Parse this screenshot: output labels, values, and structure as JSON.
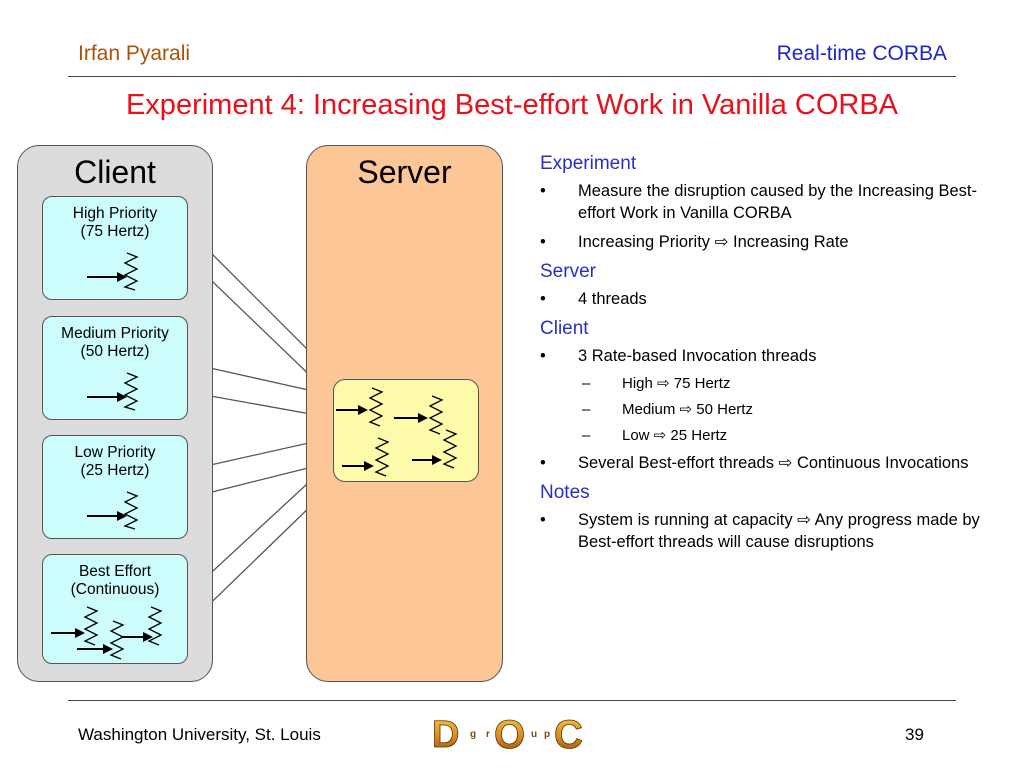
{
  "header": {
    "author": "Irfan Pyarali",
    "topic": "Real-time CORBA"
  },
  "slide": {
    "title": "Experiment 4: Increasing Best-effort Work in Vanilla CORBA"
  },
  "diagram": {
    "client_label": "Client",
    "server_label": "Server",
    "client_boxes": [
      {
        "name": "High Priority",
        "rate": "(75 Hertz)"
      },
      {
        "name": "Medium Priority",
        "rate": "(50 Hertz)"
      },
      {
        "name": "Low Priority",
        "rate": "(25 Hertz)"
      },
      {
        "name": "Best Effort",
        "rate": "(Continuous)"
      }
    ],
    "colors": {
      "client_panel": "#dcdcdc",
      "server_panel": "#fcc696",
      "client_box": "#cdfcfc",
      "server_box": "#fdfbaa"
    },
    "icons": [
      "thread-arrow-icon",
      "thread-squiggle-icon"
    ]
  },
  "content": {
    "sections": [
      {
        "heading": "Experiment",
        "bullets": [
          {
            "text": "Measure the disruption caused by the Increasing Best-effort Work in Vanilla CORBA"
          },
          {
            "text": "Increasing Priority ⇨ Increasing Rate"
          }
        ]
      },
      {
        "heading": "Server",
        "bullets": [
          {
            "text": "4 threads"
          }
        ]
      },
      {
        "heading": "Client",
        "bullets": [
          {
            "text": "3 Rate-based Invocation threads"
          },
          {
            "text": "High ⇨ 75 Hertz",
            "level": 2
          },
          {
            "text": "Medium ⇨ 50 Hertz",
            "level": 2
          },
          {
            "text": "Low ⇨ 25 Hertz",
            "level": 2
          },
          {
            "text": "Several Best-effort threads ⇨ Continuous Invocations"
          }
        ]
      },
      {
        "heading": "Notes",
        "bullets": [
          {
            "text": "System is running at capacity ⇨ Any progress made by Best-effort threads will cause disruptions"
          }
        ]
      }
    ],
    "bullet_char": "•",
    "dash_char": "–"
  },
  "footer": {
    "institution": "Washington University, St. Louis",
    "page_number": "39",
    "logo_letters": [
      "D",
      "g",
      "r",
      "O",
      "u",
      "p",
      "C"
    ]
  }
}
